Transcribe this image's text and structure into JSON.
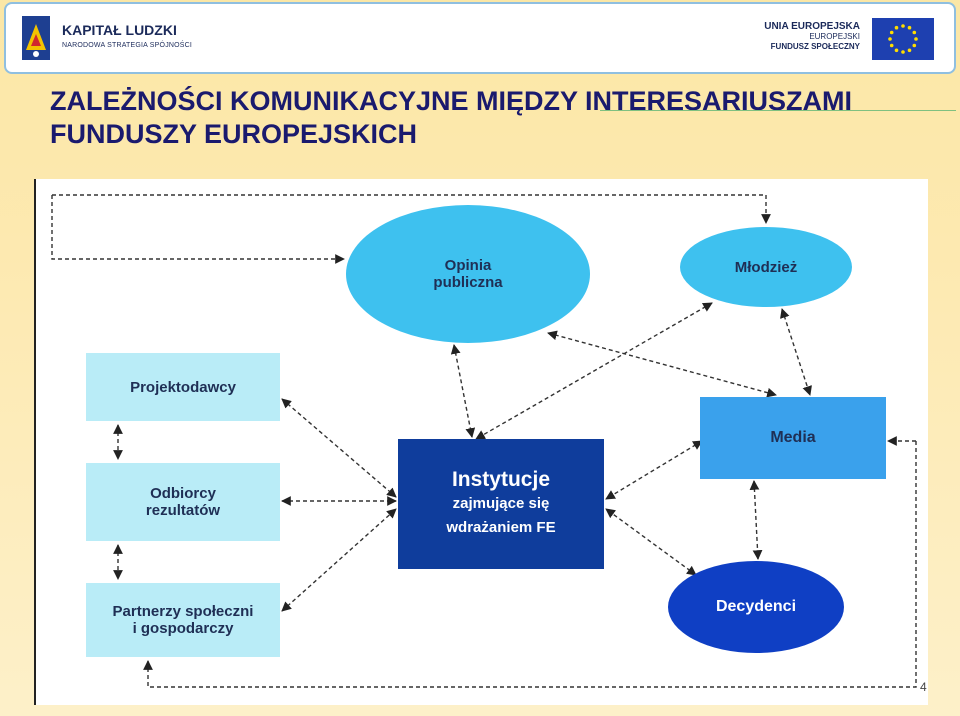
{
  "header": {
    "left_logo": {
      "title": "KAPITAŁ LUDZKI",
      "subtitle": "NARODOWA STRATEGIA SPÓJNOŚCI"
    },
    "right_logo": {
      "line1": "UNIA EUROPEJSKA",
      "line2": "EUROPEJSKI",
      "line3": "FUNDUSZ SPOŁECZNY"
    }
  },
  "slide": {
    "title_line1": "ZALEŻNOŚCI KOMUNIKACYJNE MIĘDZY INTERESARIUSZAMI",
    "title_line2": "FUNDUSZY EUROPEJSKICH",
    "page_number": "4"
  },
  "diagram": {
    "opinia": {
      "line1": "Opinia",
      "line2": "publiczna"
    },
    "mlodziez": "Młodzież",
    "projektodawcy": "Projektodawcy",
    "odbiorcy": {
      "line1": "Odbiorcy",
      "line2": "rezultatów"
    },
    "partnerzy": {
      "line1": "Partnerzy społeczni",
      "line2": "i gospodarczy"
    },
    "instytucje": {
      "line1": "Instytucje",
      "line2": "zajmujące się",
      "line3": "wdrażaniem FE"
    },
    "media": "Media",
    "decydenci": "Decydenci",
    "colors": {
      "light_ellipse": "#3ec1ef",
      "light_box": "#b9ecf7",
      "institution": "#0f3d9c",
      "media": "#3aa1ec",
      "decydenci": "#0f3fc4"
    }
  }
}
